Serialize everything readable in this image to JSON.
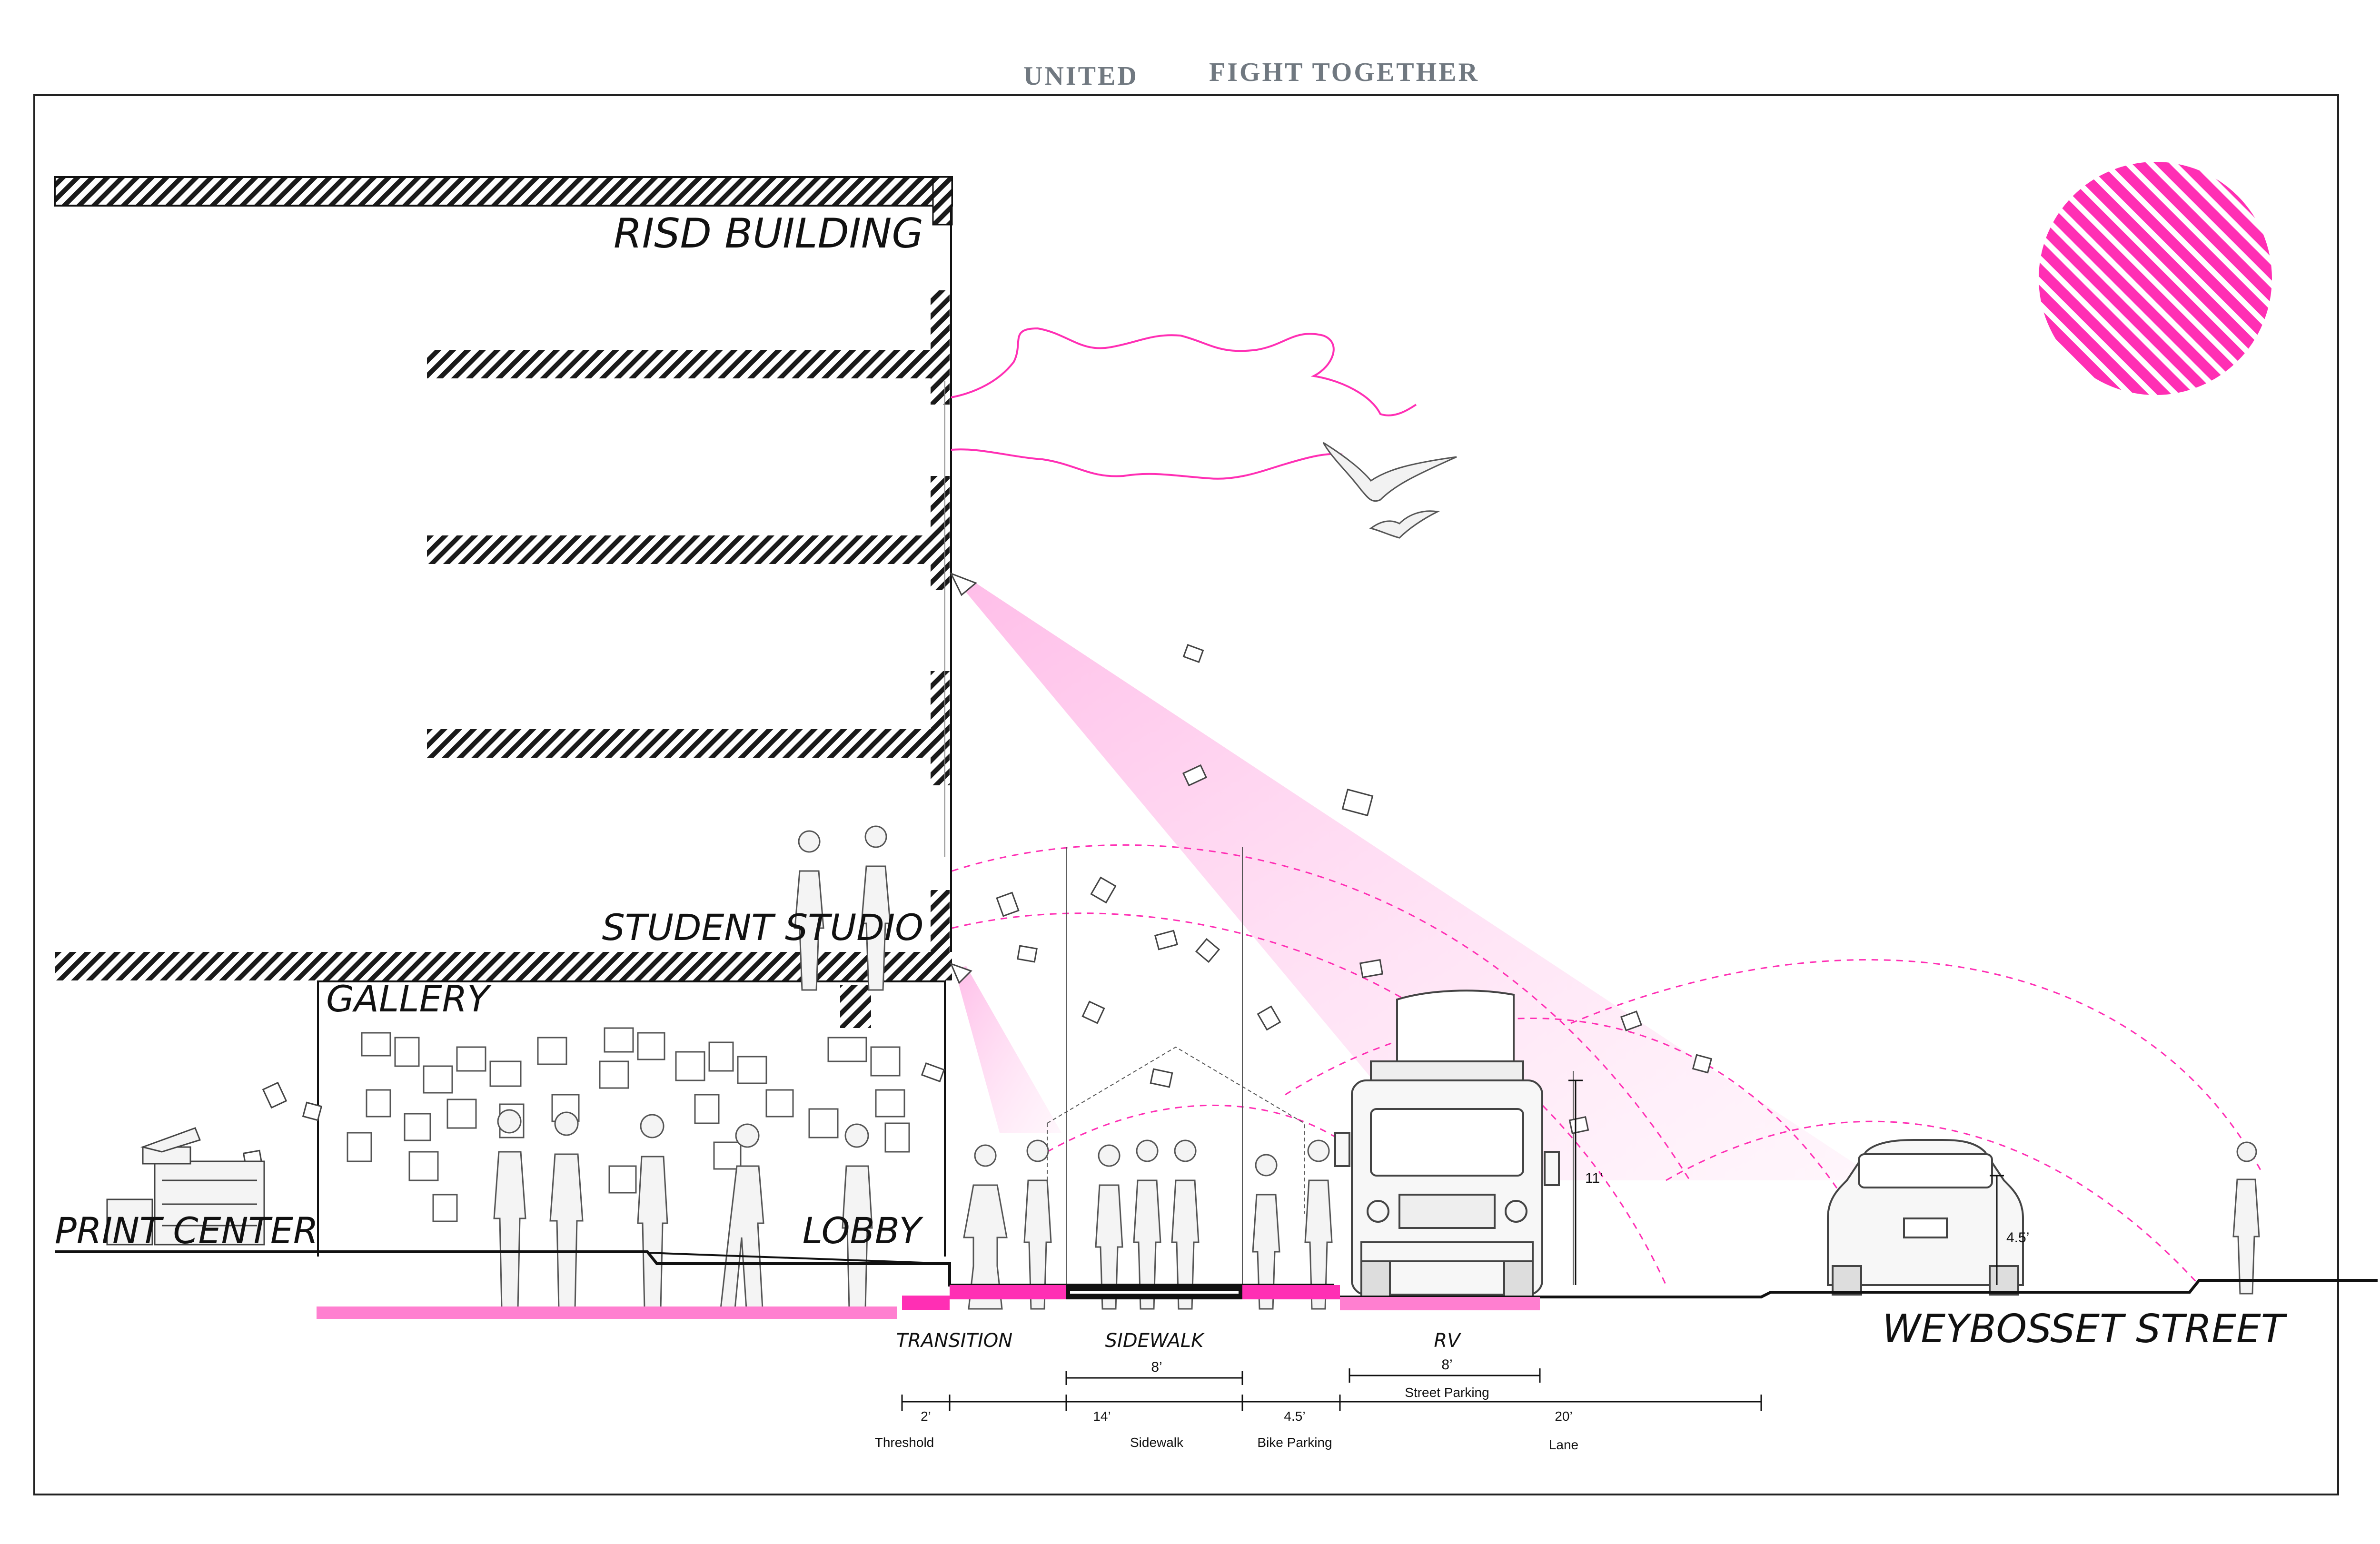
{
  "header": {
    "stamp_left": "UNITED",
    "stamp_right": "FIGHT TOGETHER"
  },
  "labels": {
    "risd_building": "RISD BUILDING",
    "student_studio": "STUDENT STUDIO",
    "gallery": "GALLERY",
    "print_center": "PRINT CENTER",
    "lobby": "LOBBY",
    "weybosset_street": "WEYBOSSET STREET"
  },
  "zones": {
    "transition": "TRANSITION",
    "sidewalk": "SIDEWALK",
    "rv": "RV"
  },
  "dimensions": {
    "sidewalk_width": "8’",
    "rv_width": "8’",
    "rv_sub": "Street Parking",
    "rv_height": "11’",
    "car_height": "4.5’",
    "threshold_value": "2’",
    "threshold_label": "Threshold",
    "sidewalk_value": "14’",
    "sidewalk_label": "Sidewalk",
    "bike_value": "4.5’",
    "bike_label": "Bike Parking",
    "lane_value": "20’",
    "lane_label": "Lane"
  },
  "colors": {
    "accent": "#ff2fb4",
    "accent_light": "#ff7fd0",
    "sidewalk_bar": "#111111",
    "cone": "#ffc8ec",
    "line": "#111111"
  }
}
